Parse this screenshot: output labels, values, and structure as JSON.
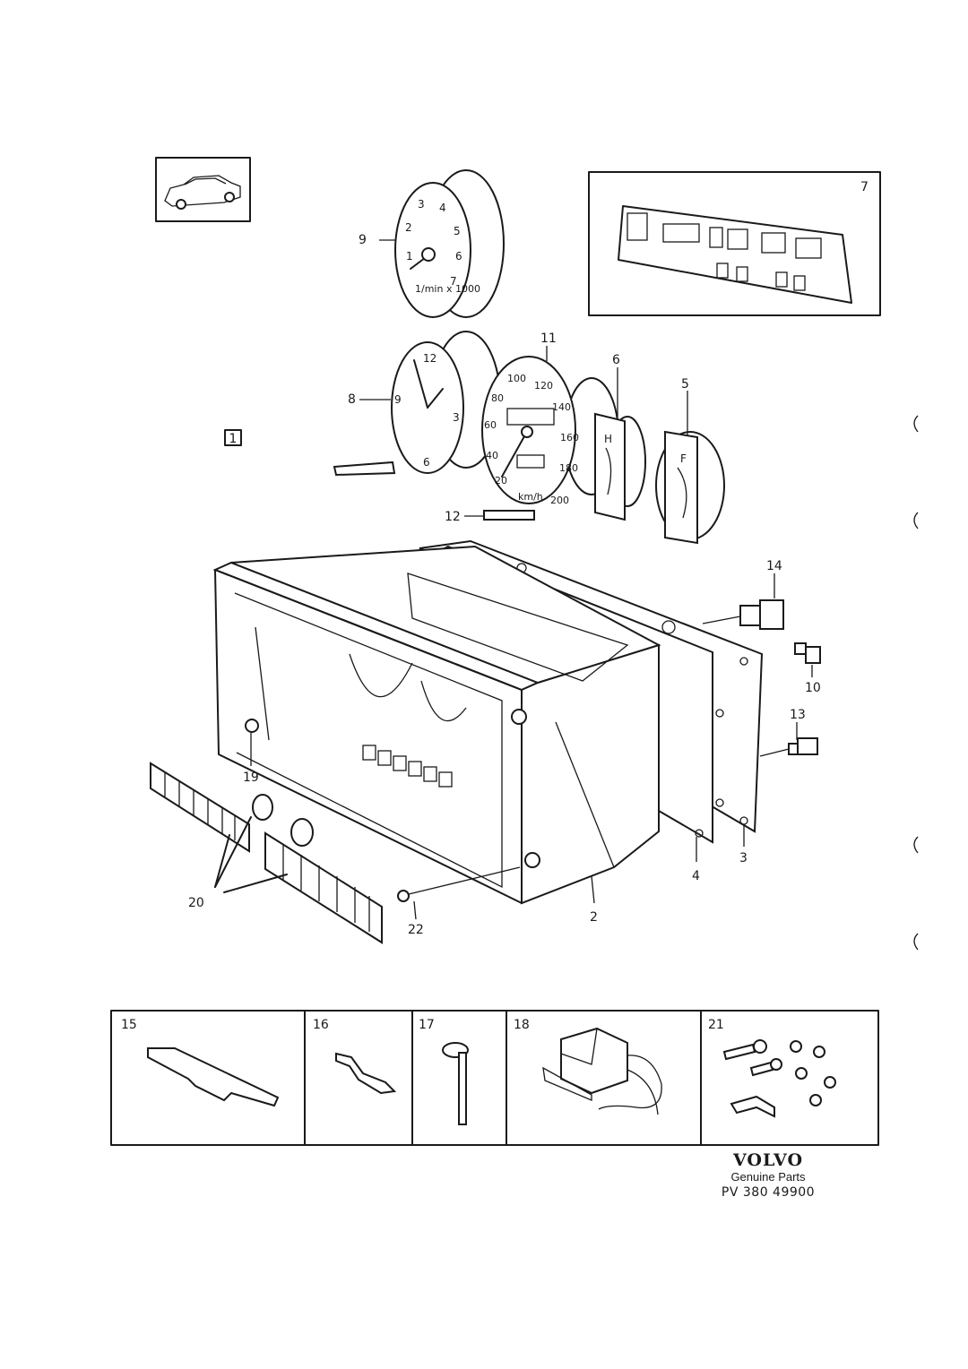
{
  "callouts": {
    "c1": "1",
    "c2": "2",
    "c3": "3",
    "c4": "4",
    "c5": "5",
    "c6": "6",
    "c7": "7",
    "c8": "8",
    "c9": "9",
    "c10": "10",
    "c11": "11",
    "c12": "12",
    "c13": "13",
    "c14": "14",
    "c19": "19",
    "c20": "20",
    "c22": "22"
  },
  "tach_dial": [
    "1",
    "2",
    "3",
    "4",
    "5",
    "6",
    "7"
  ],
  "tach_caption": "1/min x 1000",
  "clock_dial": [
    "12",
    "3",
    "6",
    "9"
  ],
  "speedo_dial": [
    "20",
    "40",
    "60",
    "80",
    "100",
    "120",
    "140",
    "160",
    "180",
    "200"
  ],
  "speedo_unit": "km/h",
  "temp_gauge_letter": "H",
  "fuel_gauge_letter": "F",
  "accessory_labels": [
    "15",
    "16",
    "17",
    "18",
    "21"
  ],
  "brand": {
    "logo": "VOLVO",
    "subtitle": "Genuine Parts",
    "part_number": "PV 380 49900"
  }
}
